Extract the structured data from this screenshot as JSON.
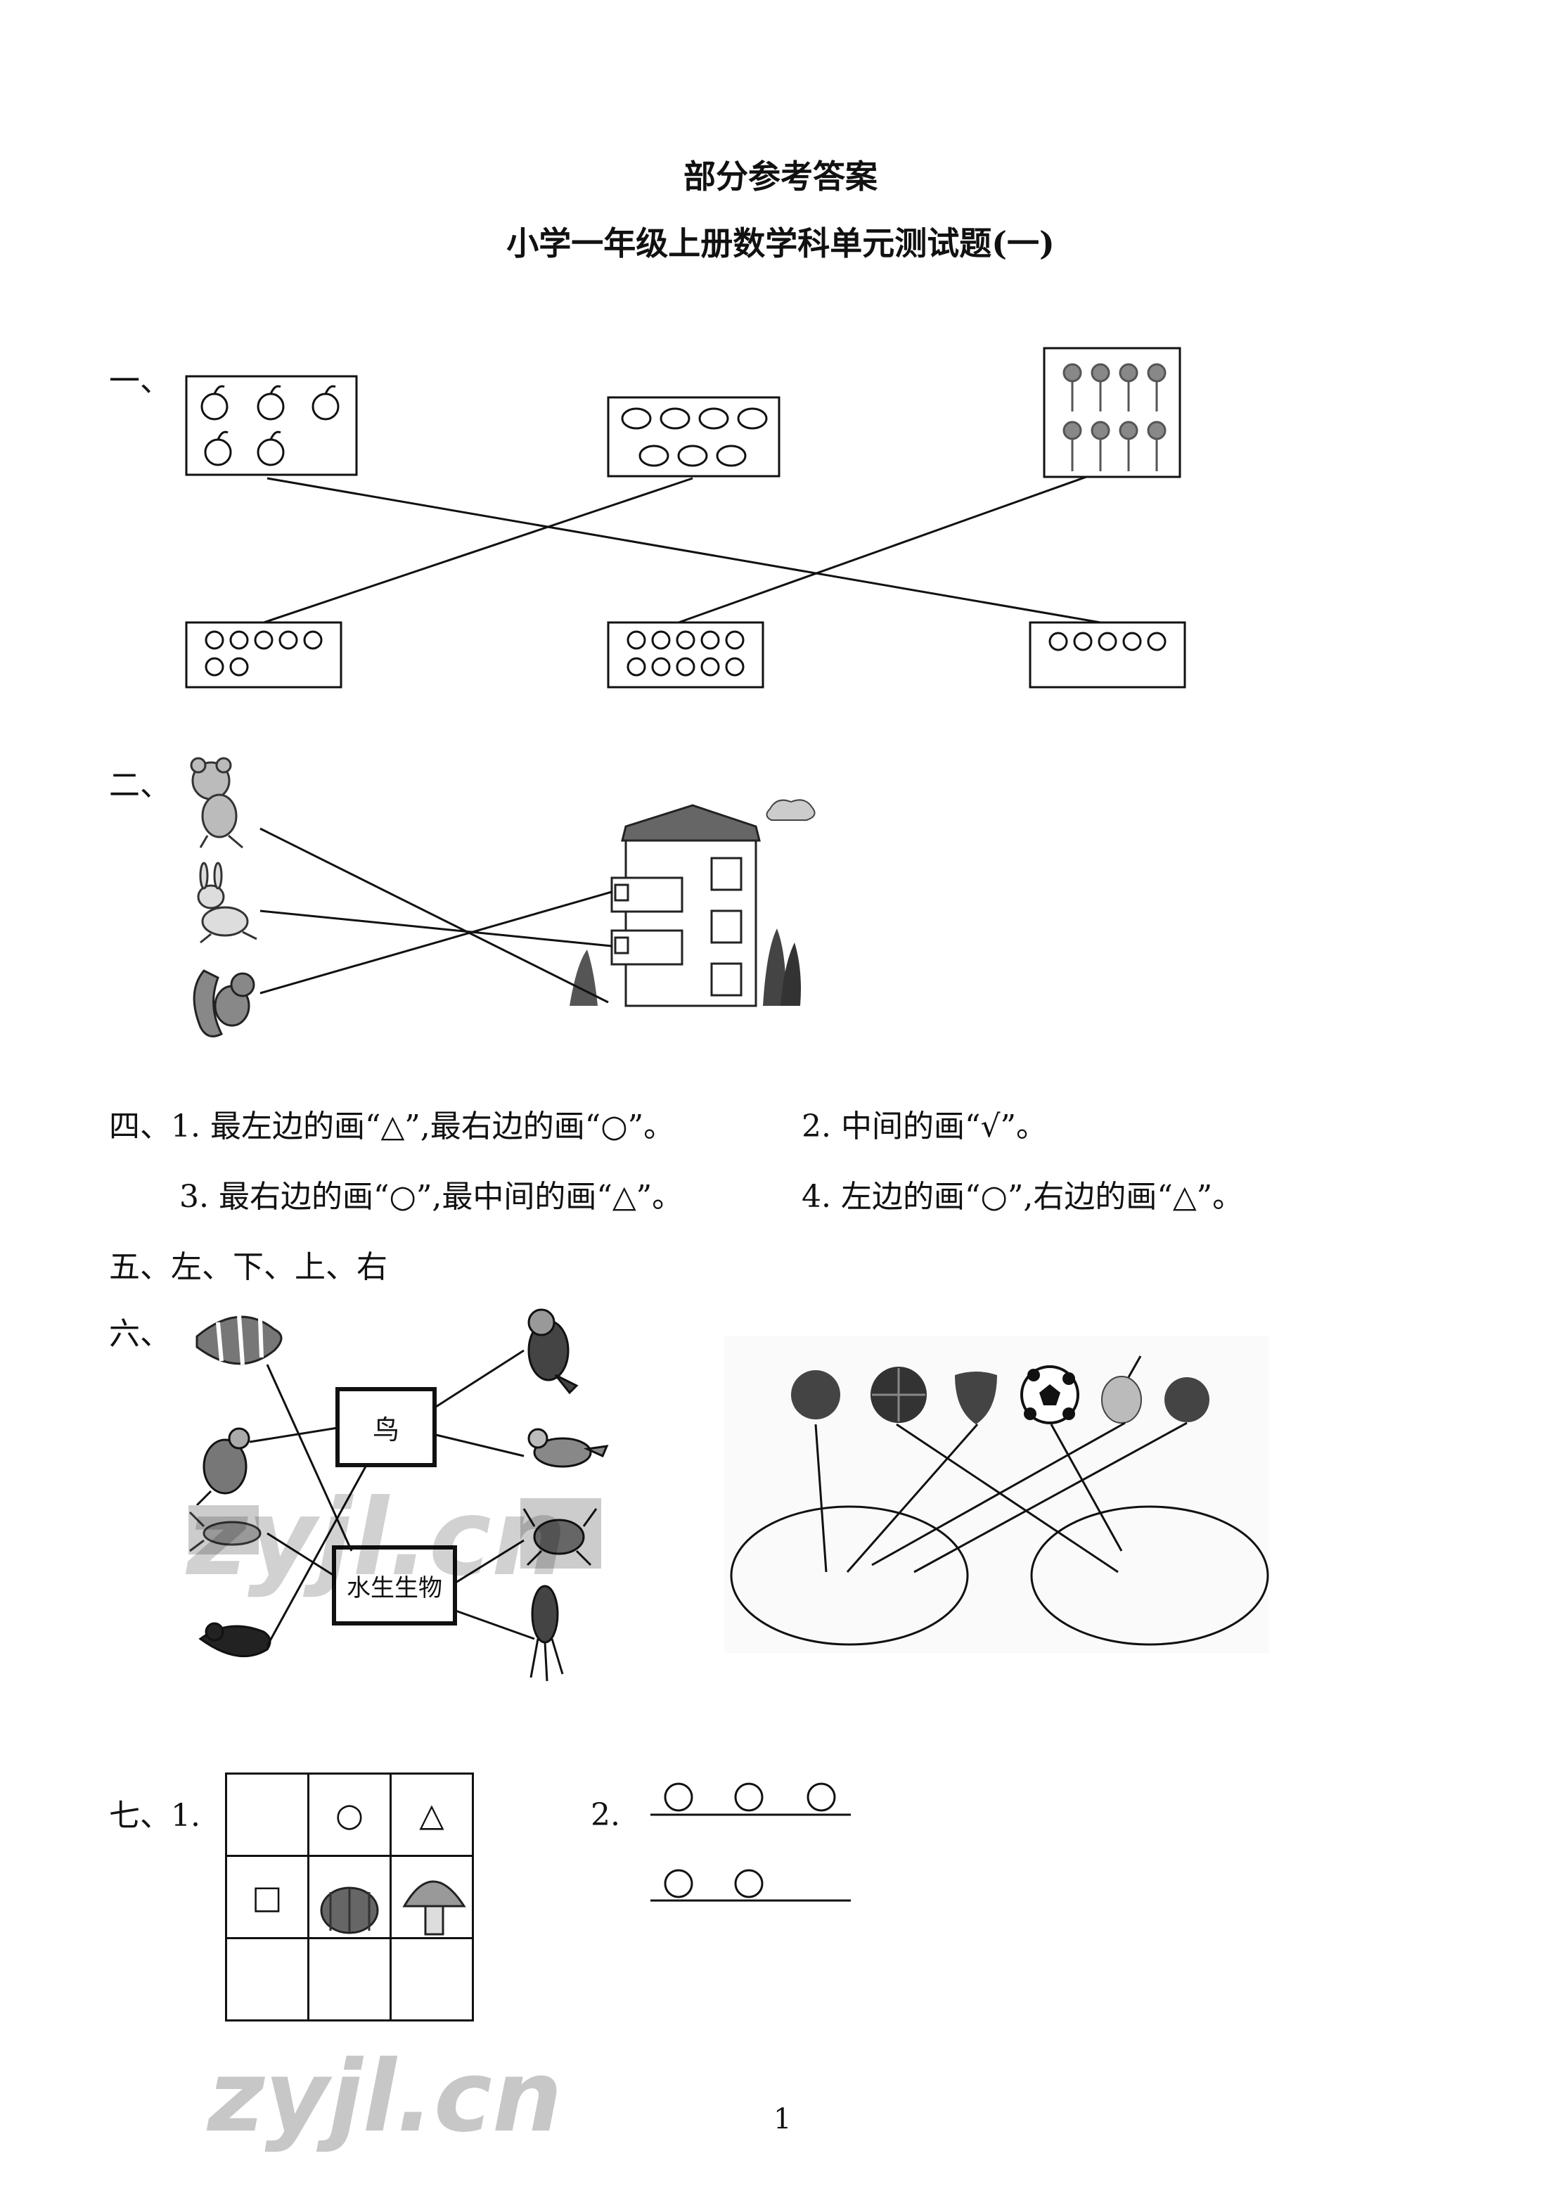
{
  "header": {
    "title": "部分参考答案",
    "subtitle": "小学一年级上册数学科单元测试题(一)"
  },
  "q1": {
    "label": "一、"
  },
  "q2": {
    "label": "二、"
  },
  "q4": {
    "line1_a": "四、1. 最左边的画“△”,最右边的画“○”。",
    "line1_b": "2. 中间的画“√”。",
    "line2_a": "3. 最右边的画“○”,最中间的画“△”。",
    "line2_b": "4. 左边的画“○”,右边的画“△”。"
  },
  "q5": {
    "text": "五、左、下、上、右"
  },
  "q6": {
    "label": "六、",
    "box_bird": "鸟",
    "box_water": "水生生物"
  },
  "q7": {
    "label": "七、1.",
    "part2": "2.",
    "grid": [
      "",
      "○",
      "△",
      "□",
      "",
      "",
      "",
      "",
      ""
    ]
  },
  "footer": {
    "page": "1"
  },
  "watermark": {
    "text": "zyjl.cn"
  }
}
